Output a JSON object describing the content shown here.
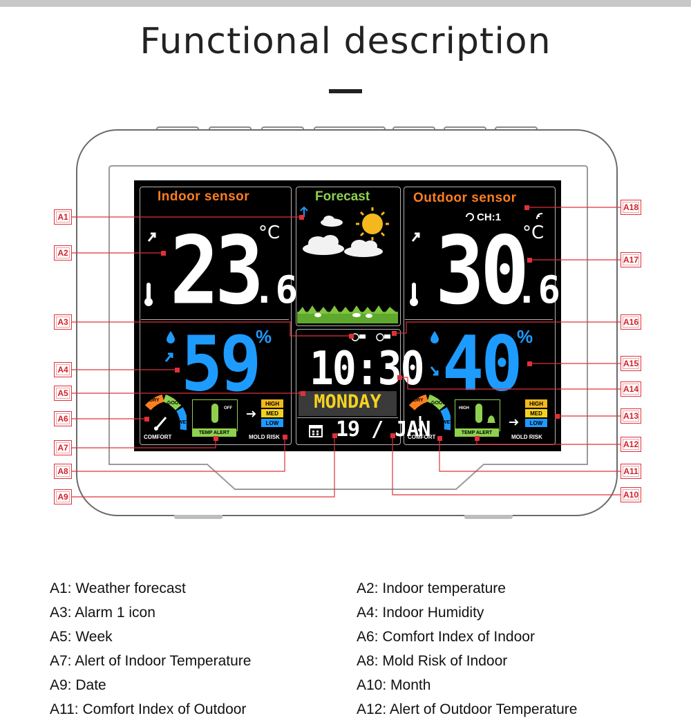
{
  "title": "Functional description",
  "display": {
    "indoor_label": "Indoor sensor",
    "forecast_label": "Forecast",
    "outdoor_label": "Outdoor sensor",
    "channel": "CH:1",
    "indoor_temp": "23",
    "indoor_temp_decimal": ".6",
    "outdoor_temp": "30",
    "outdoor_temp_decimal": ".6",
    "temp_unit": "°C",
    "indoor_humidity": "59",
    "outdoor_humidity": "40",
    "humidity_unit": "%",
    "time": "10:30",
    "weekday": "MONDAY",
    "date": "19 / JAN",
    "comfort_label": "COMFORT",
    "comfort_dry": "DRY",
    "comfort_good": "GOOD",
    "comfort_wet": "WET",
    "temp_alert": "TEMP ALERT",
    "alert_off": "OFF",
    "alert_high": "HIGH",
    "mold_risk": "MOLD RISK",
    "risk_high": "HIGH",
    "risk_med": "MED",
    "risk_low": "LOW",
    "colors": {
      "orange": "#ff7f1f",
      "green": "#8fd14f",
      "blue": "#1e9bff",
      "yellow": "#f4d21f",
      "callout_red": "#e0303a"
    }
  },
  "callouts": {
    "left": [
      "A1",
      "A2",
      "A3",
      "A4",
      "A5",
      "A6",
      "A7",
      "A8",
      "A9"
    ],
    "right": [
      "A18",
      "A17",
      "A16",
      "A15",
      "A14",
      "A13",
      "A12",
      "A11",
      "A10"
    ]
  },
  "descriptions": {
    "left": [
      "A1: Weather forecast",
      "A3: Alarm 1 icon",
      "A5: Week",
      "A7: Alert of Indoor Temperature",
      "A9: Date",
      "A11: Comfort Index of Outdoor"
    ],
    "right": [
      "A2: Indoor temperature",
      "A4: Indoor Humidity",
      "A6: Comfort Index of Indoor",
      "A8: Mold Risk of Indoor",
      "A10: Month",
      "A12: Alert of Outdoor Temperature"
    ]
  }
}
